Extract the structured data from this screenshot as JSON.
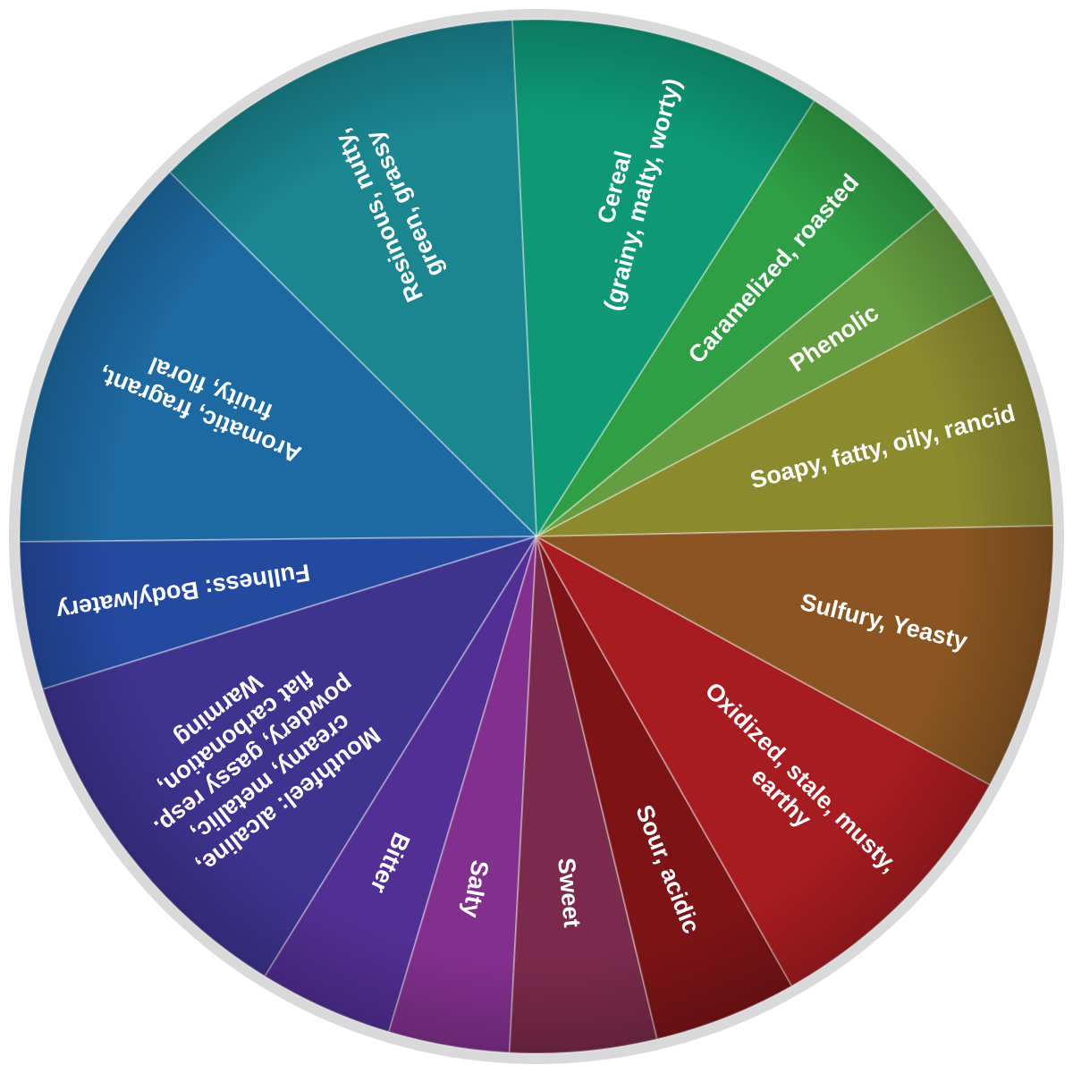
{
  "wheel": {
    "segments": [
      {
        "id": "soapy",
        "label": [
          "Soapy, fatty, oily, rancid"
        ],
        "color": "#8c8a2f",
        "start": 1.2,
        "end": 27.9
      },
      {
        "id": "phenolic",
        "label": [
          "Phenolic"
        ],
        "color": "#669d40",
        "start": 27.9,
        "end": 39.5
      },
      {
        "id": "caramelized",
        "label": [
          "Caramelized, roasted"
        ],
        "color": "#2f9e44",
        "start": 39.5,
        "end": 57.5
      },
      {
        "id": "cereal",
        "label": [
          "Cereal",
          "(grainy, malty, worty)"
        ],
        "color": "#0e9876",
        "start": 57.5,
        "end": 92.7
      },
      {
        "id": "resinous",
        "label": [
          "Resinous, nutty,",
          "green, grassy"
        ],
        "color": "#1b8590",
        "start": 92.7,
        "end": 135.2
      },
      {
        "id": "aromatic",
        "label": [
          "Aromatic, fragrant,",
          "fruity, floral"
        ],
        "color": "#1d6aa2",
        "start": 135.2,
        "end": 180.6
      },
      {
        "id": "fullness",
        "label": [
          "Fullness: Body/watery"
        ],
        "color": "#244aa0",
        "start": 180.6,
        "end": 197.2
      },
      {
        "id": "mouthfeel",
        "label": [
          "Mouthfeel: alcaline,",
          "creamy, metallic,",
          "powdery, gassy resp.",
          "flat carbonation,",
          "Warming"
        ],
        "color": "#3f3390",
        "start": 197.2,
        "end": 238.3
      },
      {
        "id": "bitter",
        "label": [
          "Bitter"
        ],
        "color": "#522f94",
        "start": 238.3,
        "end": 253.4
      },
      {
        "id": "salty",
        "label": [
          "Salty"
        ],
        "color": "#82308e",
        "start": 253.4,
        "end": 267.0
      },
      {
        "id": "sweet",
        "label": [
          "Sweet"
        ],
        "color": "#7a2a4a",
        "start": 267.0,
        "end": 283.5
      },
      {
        "id": "sour",
        "label": [
          "Sour, acidic"
        ],
        "color": "#7c1417",
        "start": 283.5,
        "end": 299.6
      },
      {
        "id": "oxidized",
        "label": [
          "Oxidized, stale, musty,",
          "earthy"
        ],
        "color": "#a71c21",
        "start": 299.6,
        "end": 331.3
      },
      {
        "id": "sulfury",
        "label": [
          "Sulfury, Yeasty"
        ],
        "color": "#8a5522",
        "start": 331.3,
        "end": 361.2
      }
    ]
  }
}
